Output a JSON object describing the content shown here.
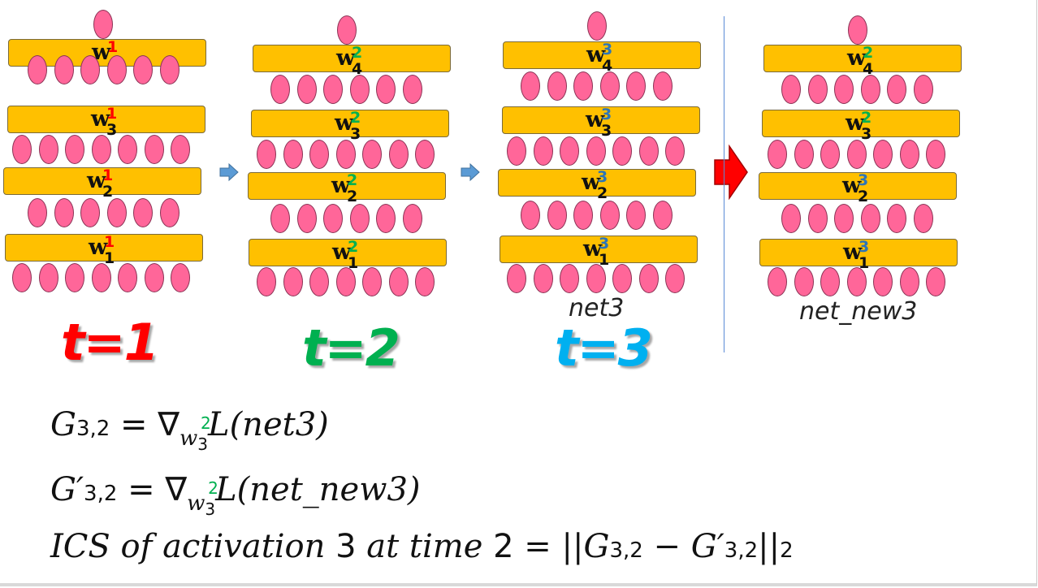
{
  "columns": [
    {
      "id": "t1",
      "time_label": "t=1",
      "time_color": "#FF0000",
      "sup_color": "#FF0000",
      "layers": [
        {
          "label": "w",
          "sup": "1",
          "sub": "4"
        },
        {
          "label": "w",
          "sup": "1",
          "sub": "3"
        },
        {
          "label": "w",
          "sup": "1",
          "sub": "2"
        },
        {
          "label": "w",
          "sup": "1",
          "sub": "1"
        }
      ],
      "net_label": ""
    },
    {
      "id": "t2",
      "time_label": "t=2",
      "time_color": "#00B050",
      "sup_color": "#00B050",
      "layers": [
        {
          "label": "w",
          "sup": "2",
          "sub": "4"
        },
        {
          "label": "w",
          "sup": "2",
          "sub": "3"
        },
        {
          "label": "w",
          "sup": "2",
          "sub": "2"
        },
        {
          "label": "w",
          "sup": "2",
          "sub": "1"
        }
      ],
      "net_label": ""
    },
    {
      "id": "t3",
      "time_label": "t=3",
      "time_color": "#00B0F0",
      "sup_color": "#2E75B6",
      "layers": [
        {
          "label": "w",
          "sup": "3",
          "sub": "4"
        },
        {
          "label": "w",
          "sup": "3",
          "sub": "3"
        },
        {
          "label": "w",
          "sup": "3",
          "sub": "2"
        },
        {
          "label": "w",
          "sup": "3",
          "sub": "1"
        }
      ],
      "net_label": "net3"
    },
    {
      "id": "new",
      "time_label": "",
      "time_color": "#000000",
      "sup_color": "#2E75B6",
      "layers": [
        {
          "label": "w",
          "sup": "2",
          "sub": "4",
          "sup_color": "#00B050"
        },
        {
          "label": "w",
          "sup": "2",
          "sub": "3",
          "sup_color": "#00B050"
        },
        {
          "label": "w",
          "sup": "3",
          "sub": "2",
          "sup_color": "#2E75B6"
        },
        {
          "label": "w",
          "sup": "3",
          "sub": "1",
          "sup_color": "#2E75B6"
        }
      ],
      "net_label": "net_new3"
    }
  ],
  "equations": {
    "eq1": {
      "lhs": "G",
      "lhs_sub": "3,2",
      "op": " = ∇",
      "grad_sub_w": "w",
      "grad_sub_sup": "2",
      "grad_sub_sub": "3",
      "rhs": "L(net3)"
    },
    "eq2": {
      "lhs": "G′",
      "lhs_sub": "3,2",
      "op": " = ∇",
      "grad_sub_w": "w",
      "grad_sub_sup": "2",
      "grad_sub_sub": "3",
      "rhs": "L(net_new3)"
    },
    "eq3": {
      "text_a": "ICS of activation ",
      "num_a": "3",
      "text_b": " at time ",
      "num_b": "2",
      "text_c": " = ||G",
      "sub_c": "3,2",
      "text_d": "  − G′",
      "sub_d": "3,2",
      "text_e": "||",
      "sub_e": "2"
    }
  },
  "colors": {
    "bar": "#FFC000",
    "node": "#FF6699",
    "small_arrow": "#5B9BD5",
    "big_arrow": "#FF0000",
    "divider": "#5B8BD6"
  },
  "icons": {
    "small_arrow": "right-arrow-icon",
    "big_arrow": "right-arrow-icon"
  }
}
